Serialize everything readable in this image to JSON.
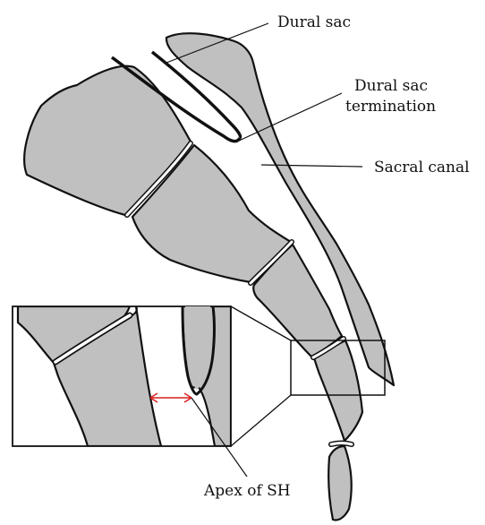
{
  "labels": {
    "dural_sac": "Dural sac",
    "dural_sac_termination_line1": "Dural sac",
    "dural_sac_termination_line2": "termination",
    "sacral_canal": "Sacral canal",
    "apex_of_sh": "Apex of SH"
  },
  "colors": {
    "bone_fill": "#c0c0c0",
    "outline": "#111111",
    "canal": "#ffffff",
    "measure_arrow": "#d62020"
  }
}
